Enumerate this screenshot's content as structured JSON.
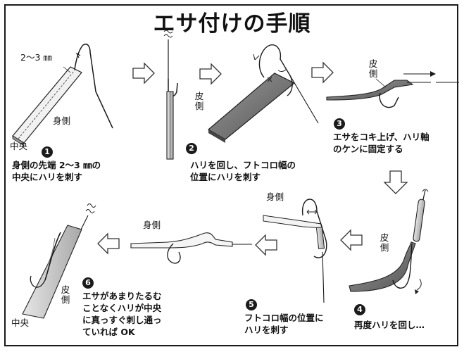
{
  "title": "エサ付けの手順",
  "labels": {
    "measure": "2〜3 ㎜",
    "mi_gawa": "身側",
    "chuou": "中央",
    "kawa": "皮",
    "gawa": "側"
  },
  "steps": [
    {
      "number": "1",
      "line1": "身側の先端 2〜3 ㎜の",
      "line2": "中央にハリを刺す"
    },
    {
      "number": "2",
      "line1": "ハリを回し、フトコロ幅の",
      "line2": "位置にハリを刺す"
    },
    {
      "number": "3",
      "line1": "エサをコキ上げ、ハリ軸",
      "line2": "のケンに固定する"
    },
    {
      "number": "4",
      "line1": "再度ハリを回し…"
    },
    {
      "number": "5",
      "line1": "フトコロ幅の位置に",
      "line2": "ハリを刺す"
    },
    {
      "number": "6",
      "line1": "エサがあまりたるむ",
      "line2": "ことなくハリが中央",
      "line3": "に真っすぐ刺し通っ",
      "line4": "ていれば OK"
    }
  ],
  "colors": {
    "bait_dark": "#7a7a7a",
    "bait_light": "#bdbdbd",
    "line": "#1a1a1a",
    "badge": "#1b1b1b"
  },
  "icons": [
    "arrow-right-icon",
    "arrow-down-icon",
    "arrow-left-icon",
    "fish-hook-icon",
    "cursor-icon"
  ]
}
